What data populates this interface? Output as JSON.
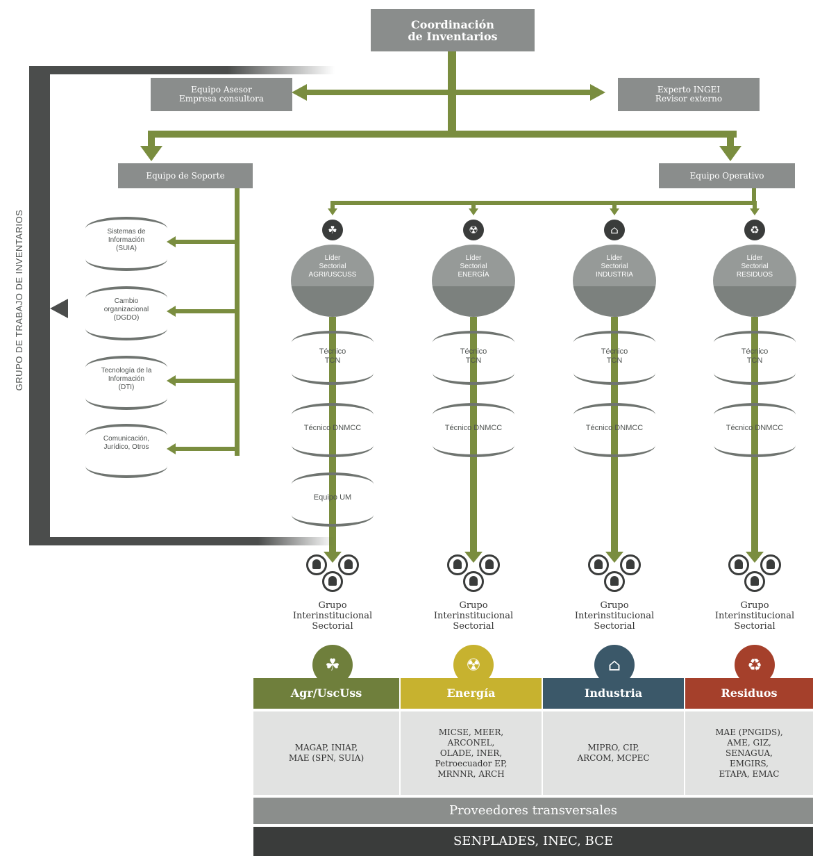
{
  "top": {
    "coordination": "Coordinación\nde Inventarios",
    "advisor": "Equipo Asesor\nEmpresa consultora",
    "expert": "Experto INGEI\nRevisor externo",
    "support": "Equipo de Soporte",
    "operative": "Equipo Operativo"
  },
  "group_label": "GRUPO DE TRABAJO DE INVENTARIOS",
  "support_items": [
    "Sistemas de\nInformación\n(SUIA)",
    "Cambio\norganizacional\n(DGDO)",
    "Tecnología de la\nInformación\n(DTI)",
    "Comunicación,\nJurídico, Otros"
  ],
  "sectors": [
    {
      "leader": "Líder\nSectorial\nAGRI/USCUSS",
      "icon": "agriculture-icon",
      "techs": [
        "Técnico\nTCN",
        "Técnico DNMCC",
        "Equipo UM"
      ],
      "group": "Grupo\nInterinstitucional\nSectorial",
      "name": "Agr/UscUss",
      "color": "#6f7f3c",
      "institutions": "MAGAP, INIAP,\nMAE (SPN, SUIA)"
    },
    {
      "leader": "Líder\nSectorial\nENERGÍA",
      "icon": "energy-icon",
      "techs": [
        "Técnico\nTCN",
        "Técnico DNMCC"
      ],
      "group": "Grupo\nInterinstitucional\nSectorial",
      "name": "Energía",
      "color": "#c7b22f",
      "institutions": "MICSE, MEER,\nARCONEL,\nOLADE, INER,\nPetroecuador EP,\nMRNNR, ARCH"
    },
    {
      "leader": "Líder\nSectorial\nINDUSTRIA",
      "icon": "industry-icon",
      "techs": [
        "Técnico\nTCN",
        "Técnico DNMCC"
      ],
      "group": "Grupo\nInterinstitucional\nSectorial",
      "name": "Industria",
      "color": "#3b5869",
      "institutions": "MIPRO, CIP,\nARCOM, MCPEC"
    },
    {
      "leader": "Líder\nSectorial\nRESIDUOS",
      "icon": "waste-icon",
      "techs": [
        "Técnico\nTCN",
        "Técnico DNMCC"
      ],
      "group": "Grupo\nInterinstitucional\nSectorial",
      "name": "Residuos",
      "color": "#a5402b",
      "institutions": "MAE (PNGIDS),\nAME, GIZ,\nSENAGUA,\nEMGIRS,\nETAPA, EMAC"
    }
  ],
  "providers_title": "Proveedores transversales",
  "providers": "SENPLADES, INEC, BCE"
}
